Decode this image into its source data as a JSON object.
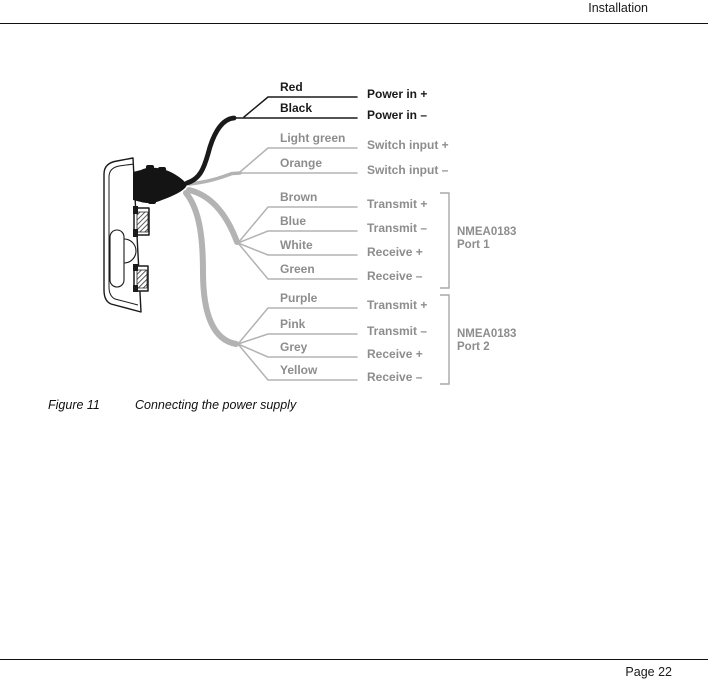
{
  "page": {
    "header_title": "Installation",
    "footer_page": "Page 22"
  },
  "figure_caption": {
    "label": "Figure 11",
    "text": "Connecting the power supply"
  },
  "diagram": {
    "description": "Power/data cable breakout from chartplotter connector",
    "rows": [
      {
        "wire": "Red",
        "signal": "Power in +",
        "group": "power"
      },
      {
        "wire": "Black",
        "signal": "Power in –",
        "group": "power"
      },
      {
        "wire": "Light green",
        "signal": "Switch input +",
        "group": "switch"
      },
      {
        "wire": "Orange",
        "signal": "Switch input –",
        "group": "switch"
      },
      {
        "wire": "Brown",
        "signal": "Transmit +",
        "group": "nmea-port-1"
      },
      {
        "wire": "Blue",
        "signal": "Transmit –",
        "group": "nmea-port-1"
      },
      {
        "wire": "White",
        "signal": "Receive +",
        "group": "nmea-port-1"
      },
      {
        "wire": "Green",
        "signal": "Receive –",
        "group": "nmea-port-1"
      },
      {
        "wire": "Purple",
        "signal": "Transmit +",
        "group": "nmea-port-2"
      },
      {
        "wire": "Pink",
        "signal": "Transmit –",
        "group": "nmea-port-2"
      },
      {
        "wire": "Grey",
        "signal": "Receive +",
        "group": "nmea-port-2"
      },
      {
        "wire": "Yellow",
        "signal": "Receive –",
        "group": "nmea-port-2"
      }
    ],
    "port_labels": [
      {
        "line1": "NMEA0183",
        "line2": "Port 1"
      },
      {
        "line1": "NMEA0183",
        "line2": "Port 2"
      }
    ],
    "colors": {
      "black_wire": "#1a1a1a",
      "grey_wire": "#b3b3b3",
      "grey_text": "#8d8d8d",
      "black_text": "#1a1a1a",
      "bracket": "#a9a9a9"
    }
  }
}
